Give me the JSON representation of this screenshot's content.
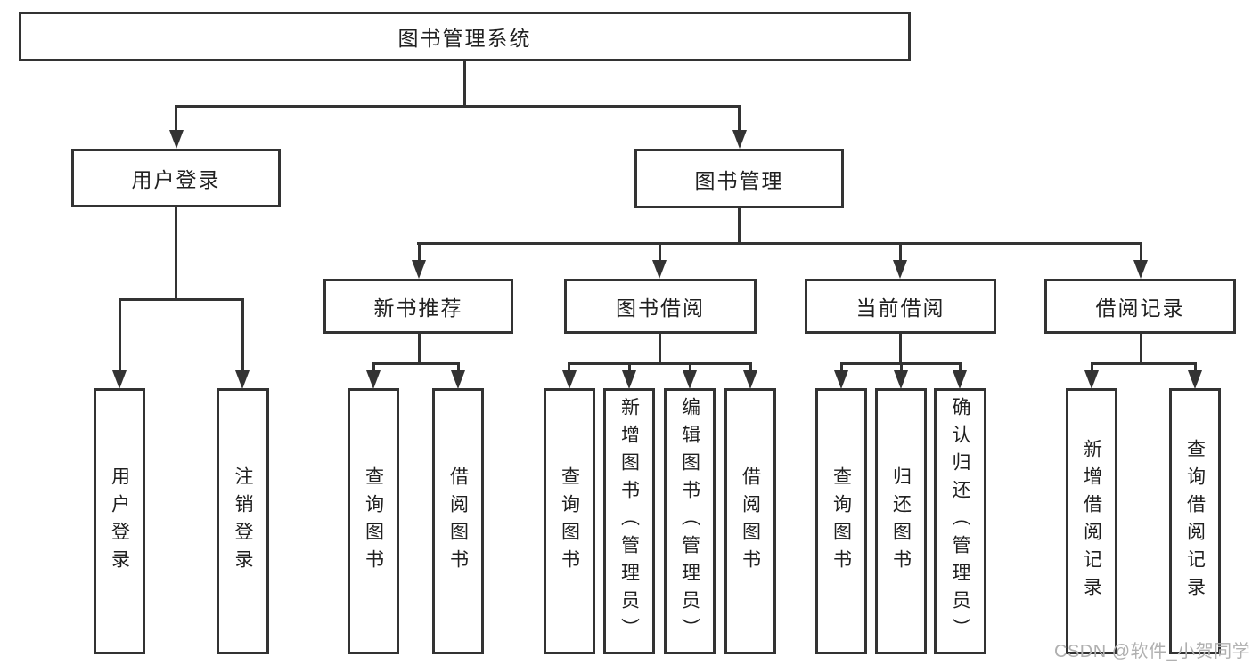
{
  "root": {
    "label": "图书管理系统"
  },
  "branches": {
    "user_login": {
      "label": "用户登录",
      "children": [
        {
          "label": "用户登录"
        },
        {
          "label": "注销登录"
        }
      ]
    },
    "book_mgmt": {
      "label": "图书管理",
      "sections": [
        {
          "label": "新书推荐",
          "children": [
            {
              "label": "查询图书"
            },
            {
              "label": "借阅图书"
            }
          ]
        },
        {
          "label": "图书借阅",
          "children": [
            {
              "label": "查询图书"
            },
            {
              "label": "新增图书（管理员）"
            },
            {
              "label": "编辑图书（管理员）"
            },
            {
              "label": "借阅图书"
            }
          ]
        },
        {
          "label": "当前借阅",
          "children": [
            {
              "label": "查询图书"
            },
            {
              "label": "归还图书"
            },
            {
              "label": "确认归还（管理员）"
            }
          ]
        },
        {
          "label": "借阅记录",
          "children": [
            {
              "label": "新增借阅记录"
            },
            {
              "label": "查询借阅记录"
            }
          ]
        }
      ]
    }
  },
  "watermark": {
    "text": "CSDN @软件_小贺同学"
  },
  "colors": {
    "line": "#333333",
    "text": "#202020",
    "watermark": "#b0b0b0",
    "background": "#ffffff"
  }
}
